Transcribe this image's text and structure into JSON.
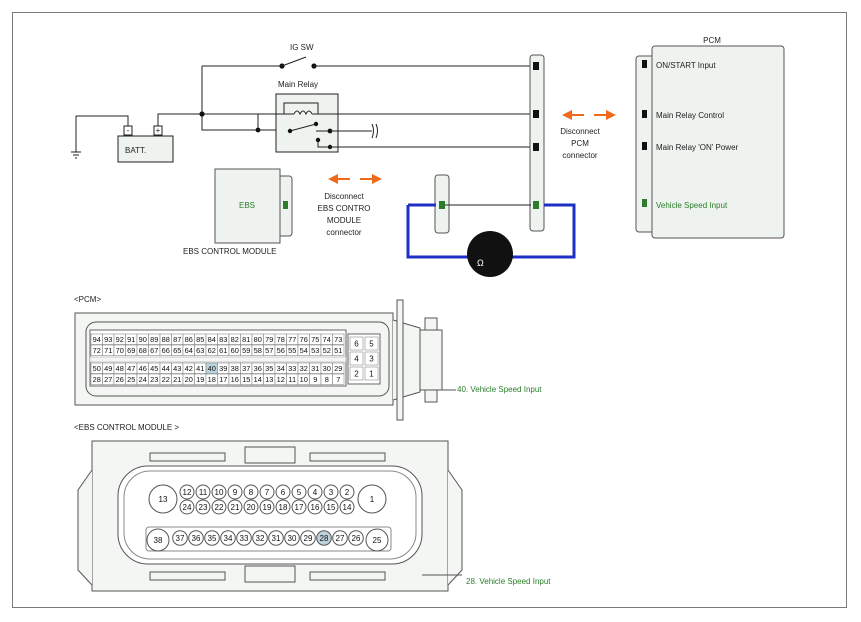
{
  "colors": {
    "wire": "#222222",
    "loop_wire": "#1d2fc4",
    "arrow": "#ef6a1a",
    "highlight": "#2a7d2a",
    "box_fill": "#eef3ef",
    "pin_highlight": "#bcd3dd"
  },
  "schematic": {
    "ig_sw": "IG SW",
    "main_relay": "Main Relay",
    "batt": "BATT.",
    "batt_neg": "-",
    "batt_pos": "+",
    "ebs_box_label": "EBS",
    "ebs_module_label": "EBS CONTROL MODULE",
    "disconnect_ebs": [
      "Disconnect",
      "EBS CONTRO",
      "MODULE",
      "connector"
    ],
    "disconnect_pcm": [
      "Disconnect",
      "PCM",
      "connector"
    ],
    "pcm_title": "PCM",
    "pcm_pins": [
      {
        "label": "ON/START Input",
        "color": "#111111"
      },
      {
        "label": "Main Relay Control",
        "color": "#111111"
      },
      {
        "label": "Main Relay 'ON' Power",
        "color": "#111111"
      },
      {
        "label": "Vehicle Speed Input",
        "color": "#2a7d2a"
      }
    ],
    "meter_glyph": "Ω"
  },
  "pcm_connector": {
    "title": "<PCM>",
    "callout": "40. Vehicle Speed Input",
    "highlighted_pin": "40",
    "rows": [
      [
        "94",
        "93",
        "92",
        "91",
        "90",
        "89",
        "88",
        "87",
        "86",
        "85",
        "84",
        "83",
        "82",
        "81",
        "80",
        "79",
        "78",
        "77",
        "76",
        "75",
        "74",
        "73"
      ],
      [
        "72",
        "71",
        "70",
        "69",
        "68",
        "67",
        "66",
        "65",
        "64",
        "63",
        "62",
        "61",
        "60",
        "59",
        "58",
        "57",
        "56",
        "55",
        "54",
        "53",
        "52",
        "51"
      ],
      [
        "50",
        "49",
        "48",
        "47",
        "46",
        "45",
        "44",
        "43",
        "42",
        "41",
        "40",
        "39",
        "38",
        "37",
        "36",
        "35",
        "34",
        "33",
        "32",
        "31",
        "30",
        "29"
      ],
      [
        "28",
        "27",
        "26",
        "25",
        "24",
        "23",
        "22",
        "21",
        "20",
        "19",
        "18",
        "17",
        "16",
        "15",
        "14",
        "13",
        "12",
        "11",
        "10",
        "9",
        "8",
        "7"
      ]
    ],
    "side_pins": [
      [
        "6",
        "5"
      ],
      [
        "4",
        "3"
      ],
      [
        "2",
        "1"
      ]
    ]
  },
  "ebs_connector": {
    "title": "<EBS CONTROL MODULE >",
    "callout": "28. Vehicle Speed Input",
    "highlighted_pin": "28",
    "big_left_top": "13",
    "big_right_top": "1",
    "row1": [
      "12",
      "11",
      "10",
      "9",
      "8",
      "7",
      "6",
      "5",
      "4",
      "3",
      "2"
    ],
    "row2": [
      "24",
      "23",
      "22",
      "21",
      "20",
      "19",
      "18",
      "17",
      "16",
      "15",
      "14"
    ],
    "big_left_bottom": "38",
    "big_right_bottom": "25",
    "row3": [
      "37",
      "36",
      "35",
      "34",
      "33",
      "32",
      "31",
      "30",
      "29",
      "28",
      "27",
      "26"
    ]
  }
}
